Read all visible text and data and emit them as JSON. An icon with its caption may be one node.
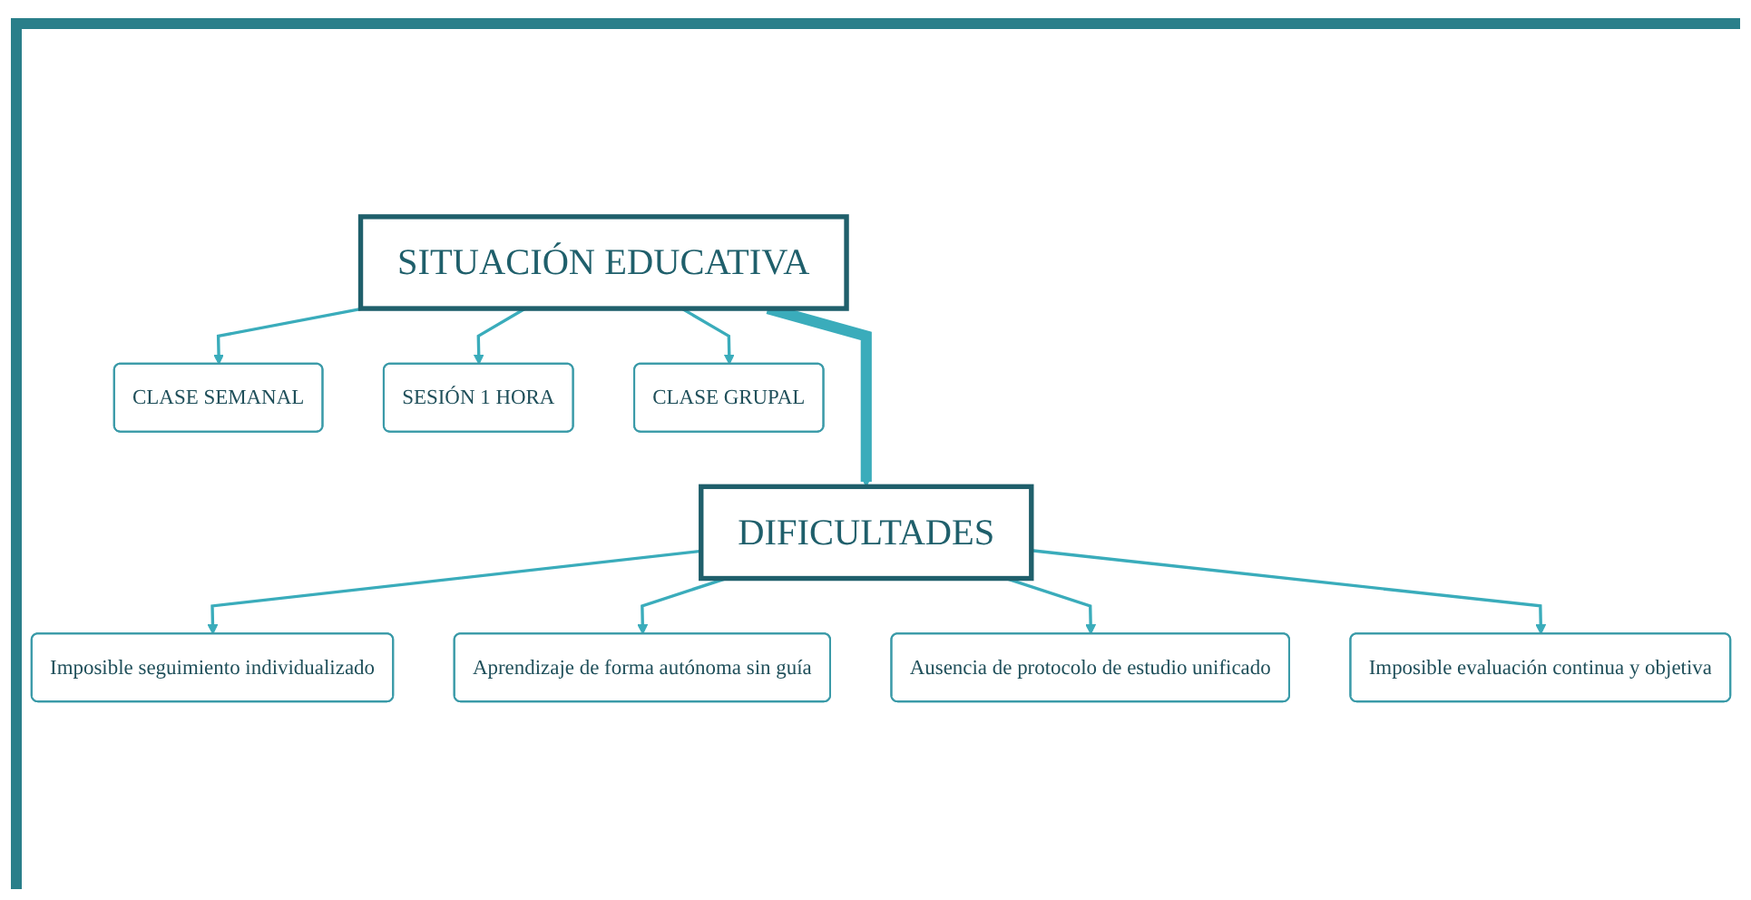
{
  "diagram": {
    "nodes": [
      {
        "text": [
          "SITUACIÓN EDUCATIVA"
        ]
      },
      {
        "text": [
          "CLASE SEMANAL"
        ]
      },
      {
        "text": [
          "SESIÓN 1 HORA"
        ]
      },
      {
        "text": [
          "CLASE GRUPAL"
        ]
      },
      {
        "text": [
          "DIFICULTADES"
        ]
      },
      {
        "text": [
          "Imposible seguimiento individualizado"
        ]
      },
      {
        "text": [
          "Aprendizaje de forma autónoma sin guía"
        ]
      },
      {
        "text": [
          "Ausencia de protocolo de estudio unificado"
        ]
      },
      {
        "text": [
          "Imposible evaluación continua y objetiva"
        ]
      }
    ],
    "edges": [
      {
        "from": 0,
        "to": 1,
        "arrow": "to"
      },
      {
        "from": 0,
        "to": 2,
        "arrow": "to"
      },
      {
        "from": 0,
        "to": 3,
        "arrow": "to"
      },
      {
        "from": 0,
        "to": 4,
        "arrow": "to",
        "style": "thick"
      },
      {
        "from": 4,
        "to": 5,
        "arrow": "to"
      },
      {
        "from": 4,
        "to": 6,
        "arrow": "to"
      },
      {
        "from": 4,
        "to": 7,
        "arrow": "to"
      },
      {
        "from": 4,
        "to": 8,
        "arrow": "to"
      }
    ]
  }
}
